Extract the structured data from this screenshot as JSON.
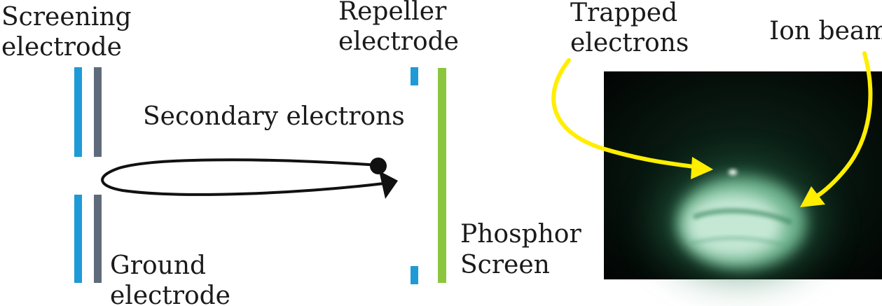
{
  "labels": {
    "screening_electrode": [
      "Screening",
      "electrode"
    ],
    "repeller_electrode": [
      "Repeller",
      "electrode"
    ],
    "trapped_electrons": [
      "Trapped",
      "electrons"
    ],
    "ion_beam": [
      "Ion beam"
    ],
    "secondary_electrons": [
      "Secondary electrons"
    ],
    "phosphor_screen": [
      "Phosphor",
      "Screen"
    ],
    "ground_electrode": [
      "Ground",
      "electrode"
    ]
  },
  "colors": {
    "screening_electrode": "#1e9ad6",
    "ground_electrode": "#5f6b7a",
    "repeller_electrode": "#1e9ad6",
    "phosphor_screen": "#8cc63f",
    "pointer_arrow": "#ffee00",
    "orbit": "#111111",
    "photo_background": "#030806",
    "beam_glow": "#cfeedd"
  },
  "icons": {
    "electron": "filled-circle",
    "orbit_arrow": "triangle-arrowhead"
  }
}
